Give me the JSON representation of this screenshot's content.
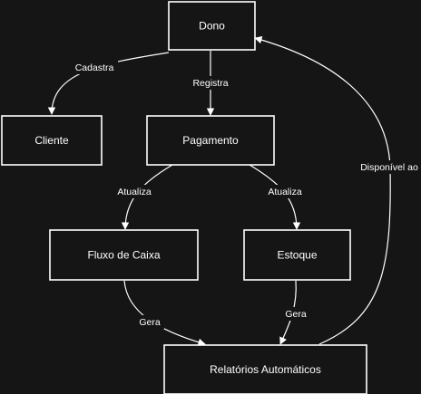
{
  "diagram": {
    "nodes": {
      "dono": "Dono",
      "cliente": "Cliente",
      "pagamento": "Pagamento",
      "fluxo_caixa": "Fluxo de Caixa",
      "estoque": "Estoque",
      "relatorios": "Relatórios Automáticos"
    },
    "edges": {
      "cadastra": "Cadastra",
      "registra": "Registra",
      "atualiza_fluxo": "Atualiza",
      "atualiza_estoque": "Atualiza",
      "gera_fluxo": "Gera",
      "gera_estoque": "Gera",
      "disponivel": "Disponível ao"
    }
  },
  "colors": {
    "background": "#151515",
    "stroke": "#ffffff",
    "text": "#ffffff"
  }
}
